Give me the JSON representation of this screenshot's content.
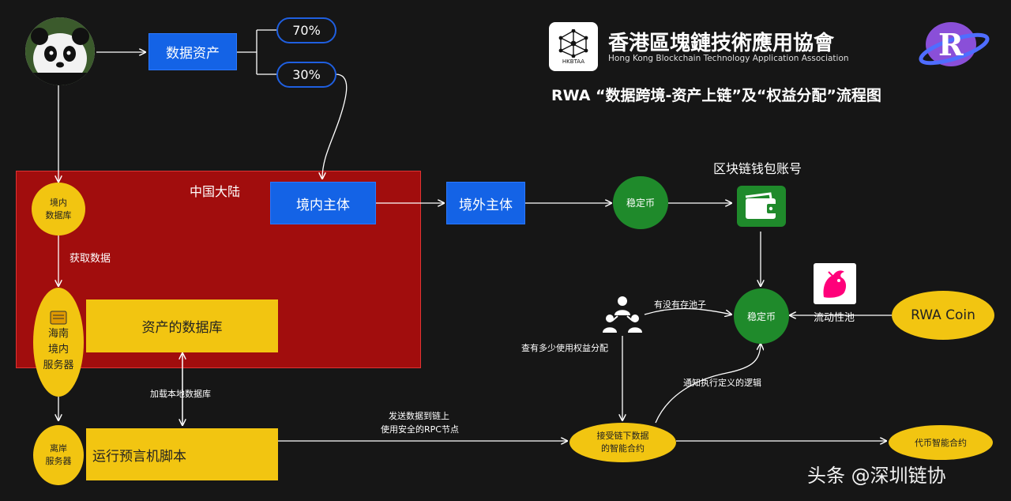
{
  "header": {
    "org_name_cn": "香港區塊鏈技術應用協會",
    "org_name_en": "Hong Kong Blockchain Technology Application Association",
    "logo_abbr": "HKBTAA",
    "chart_title": "RWA “数据跨境-资产上链”及“权益分配”流程图",
    "r_logo_letter": "R"
  },
  "nodes": {
    "data_asset": "数据资产",
    "pct_70": "70%",
    "pct_30": "30%",
    "region_label": "中国大陆",
    "domestic_db": "境内\n数据库",
    "fetch_data": "获取数据",
    "hainan_server": "海南\n境内\n服务器",
    "asset_db": "资产的数据库",
    "load_local_db": "加载本地数据库",
    "offshore_server": "离岸\n服务器",
    "oracle_script": "运行预言机脚本",
    "domestic_entity": "境内主体",
    "overseas_entity": "境外主体",
    "stablecoin_1": "稳定币",
    "wallet_label": "区块链钱包账号",
    "stablecoin_2": "稳定币",
    "pool_question": "有没有存池子",
    "check_rights": "查有多少使用权益分配",
    "liquidity_pool": "流动性池",
    "rwa_coin": "RWA Coin",
    "notify_logic": "通知执行定义的逻辑",
    "send_data_line1": "发送数据到链上",
    "send_data_line2": "使用安全的RPC节点",
    "smart_contract_recv": "接受链下数据\n的智能合约",
    "token_contract": "代币智能合约"
  },
  "watermark": "头条 @深圳链协",
  "colors": {
    "blue": "#1463e6",
    "yellow": "#f2c511",
    "green": "#1f8a2b",
    "red_region": "#a10d0d",
    "background": "#161616"
  }
}
